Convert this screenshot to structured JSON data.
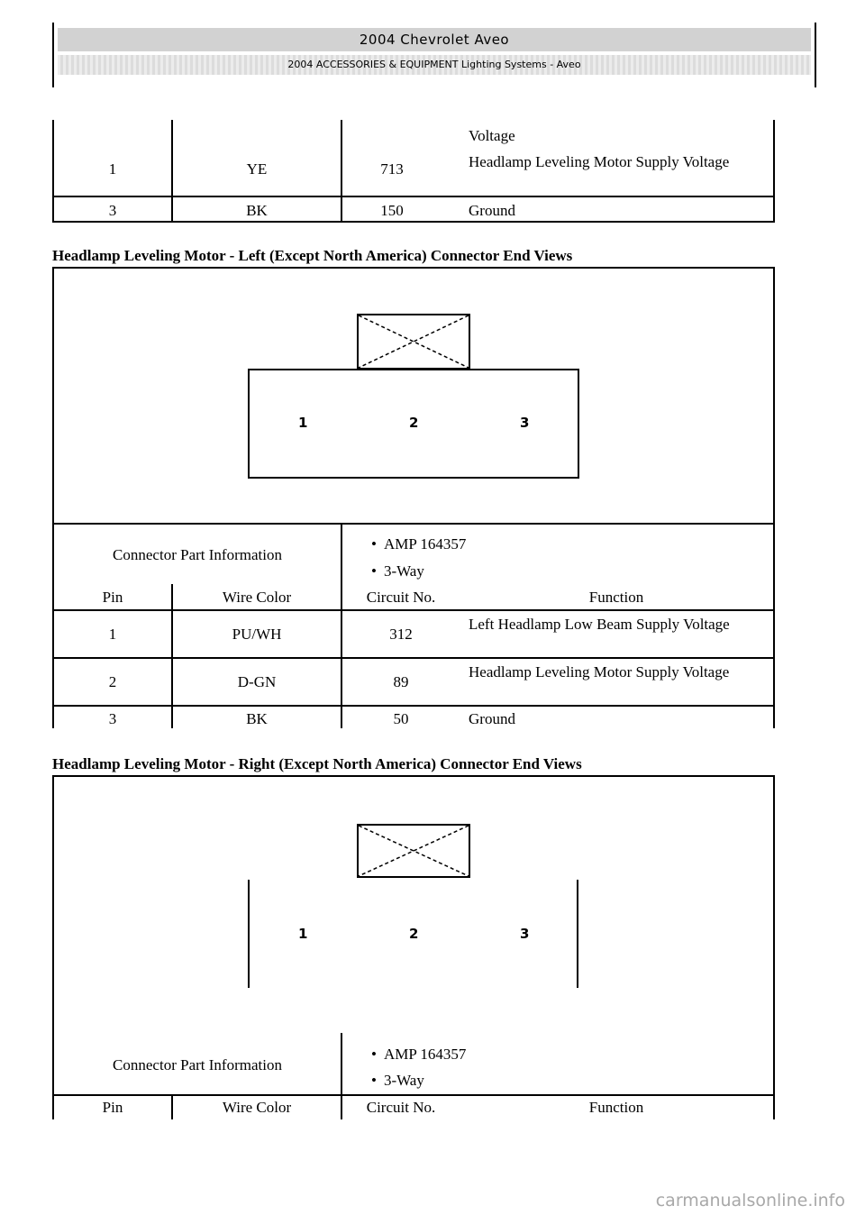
{
  "header": {
    "title": "2004 Chevrolet Aveo",
    "subtitle": "2004 ACCESSORIES & EQUIPMENT Lighting Systems - Aveo"
  },
  "top_table": {
    "rows": [
      {
        "pin": "",
        "color": "",
        "circuit": "",
        "function": "Voltage"
      },
      {
        "pin": "1",
        "color": "YE",
        "circuit": "713",
        "function": "Headlamp Leveling Motor Supply Voltage"
      },
      {
        "pin": "3",
        "color": "BK",
        "circuit": "150",
        "function": "Ground"
      }
    ]
  },
  "section_left": {
    "title": "Headlamp Leveling Motor - Left (Except North America) Connector End Views",
    "pins": [
      "1",
      "2",
      "3"
    ],
    "part_info_label": "Connector Part Information",
    "part_info": [
      "AMP 164357",
      "3-Way"
    ],
    "columns": [
      "Pin",
      "Wire Color",
      "Circuit No.",
      "Function"
    ],
    "rows": [
      {
        "pin": "1",
        "color": "PU/WH",
        "circuit": "312",
        "function": "Left Headlamp Low Beam Supply Voltage"
      },
      {
        "pin": "2",
        "color": "D-GN",
        "circuit": "89",
        "function": "Headlamp Leveling Motor Supply Voltage"
      },
      {
        "pin": "3",
        "color": "BK",
        "circuit": "50",
        "function": "Ground"
      }
    ]
  },
  "section_right": {
    "title": "Headlamp Leveling Motor - Right (Except North America) Connector End Views",
    "pins": [
      "1",
      "2",
      "3"
    ],
    "part_info_label": "Connector Part Information",
    "part_info": [
      "AMP 164357",
      "3-Way"
    ],
    "columns": [
      "Pin",
      "Wire Color",
      "Circuit No.",
      "Function"
    ]
  },
  "watermark": "carmanualsonline.info"
}
